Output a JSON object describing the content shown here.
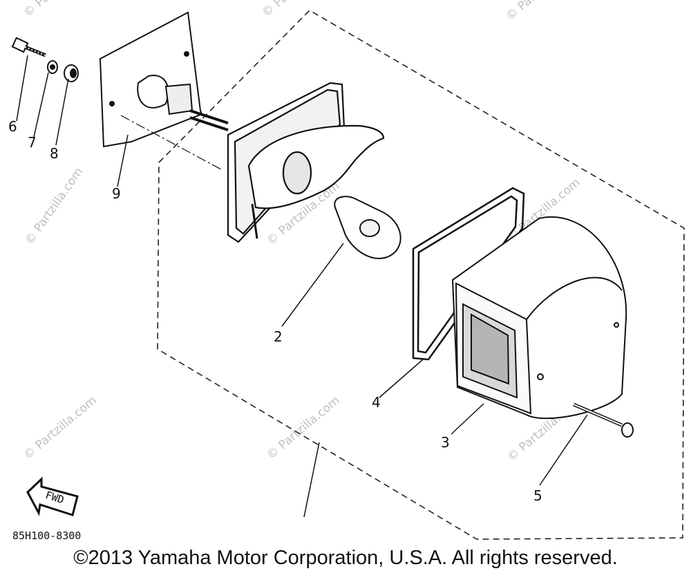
{
  "callouts": [
    "2",
    "3",
    "4",
    "5",
    "6",
    "7",
    "8",
    "9"
  ],
  "drawing_code": "85H100-8300",
  "fwd_label": "FWD",
  "watermark": "© Partzilla.com",
  "copyright": "©2013 Yamaha Motor Corporation, U.S.A. All rights reserved."
}
